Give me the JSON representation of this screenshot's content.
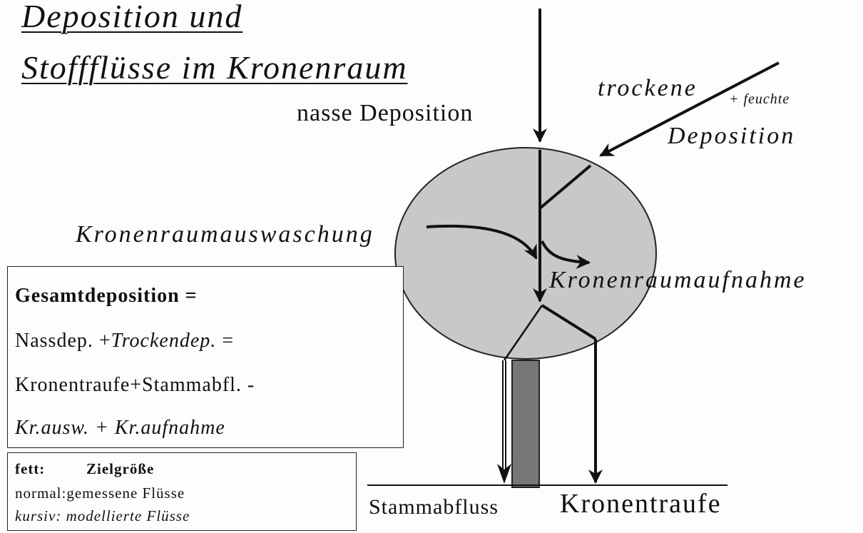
{
  "title": {
    "line1": "Deposition und",
    "line2": "Stoffflüsse im Kronenraum"
  },
  "labels": {
    "wet_deposition": "nasse Deposition",
    "dry": "trockene",
    "moist": "+ feuchte",
    "deposition": "Deposition",
    "leaching": "Kronenraumauswaschung",
    "uptake": "Kronenraumaufnahme",
    "stemflow": "Stammabfluss",
    "throughfall": "Kronentraufe"
  },
  "equation_box": {
    "heading": "Gesamtdeposition =",
    "line1_normal": "Nassdep. +",
    "line1_italic": "Trockendep.",
    "line1_end": " =",
    "line2": "Kronentraufe+Stammabfl. -",
    "line3": "Kr.ausw. + Kr.aufnahme"
  },
  "legend_box": {
    "bold_key": "fett:",
    "bold_value": "Zielgröße",
    "normal_line": "normal:gemessene Flüsse",
    "italic_line": "kursiv: modellierte Flüsse"
  },
  "colors": {
    "crown": "#c8c8c8",
    "trunk": "#777777",
    "ink": "#111111"
  }
}
